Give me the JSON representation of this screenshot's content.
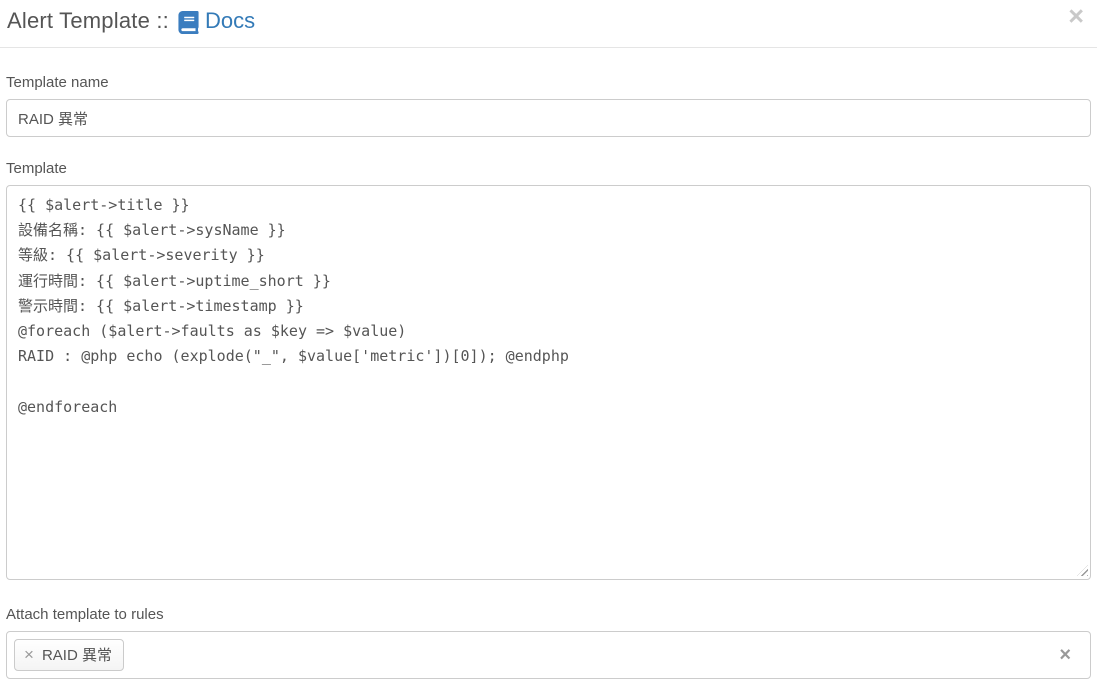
{
  "modal": {
    "title": "Alert Template ::",
    "docs_label": "Docs",
    "close_glyph": "×"
  },
  "form": {
    "template_name": {
      "label": "Template name",
      "value": "RAID 異常"
    },
    "template": {
      "label": "Template",
      "value": "{{ $alert->title }}\n設備名稱: {{ $alert->sysName }}\n等級: {{ $alert->severity }}\n運行時間: {{ $alert->uptime_short }}\n警示時間: {{ $alert->timestamp }}\n@foreach ($alert->faults as $key => $value)\nRAID : @php echo (explode(\"_\", $value['metric'])[0]); @endphp\n\n@endforeach"
    },
    "attach_rules": {
      "label": "Attach template to rules",
      "tags": [
        {
          "remove_glyph": "×",
          "label": "RAID 異常"
        }
      ],
      "clear_glyph": "×"
    }
  },
  "colors": {
    "link_blue": "#337ab7",
    "book_icon_blue": "#3b7dbf",
    "border_gray": "#cccccc",
    "divider_gray": "#e5e5e5",
    "text_gray": "#555555",
    "muted_gray": "#999999"
  }
}
